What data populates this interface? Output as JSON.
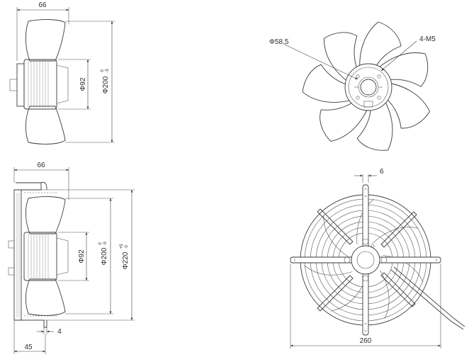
{
  "views": {
    "side_top": {
      "width_label": "66",
      "hub_dia_label": "Φ92",
      "fan_dia_label": "Φ200",
      "fan_dia_tol_upper": "0",
      "fan_dia_tol_lower": "-5"
    },
    "side_bottom": {
      "width_label": "66",
      "hub_dia_label": "Φ92",
      "fan_dia_label": "Φ200",
      "fan_dia_tol_upper": "0",
      "fan_dia_tol_lower": "-5",
      "guard_dia_label": "Φ220",
      "guard_dia_tol_upper": "+5",
      "guard_dia_tol_lower": "0",
      "bracket_thk_label": "4",
      "offset_label": "45"
    },
    "front_impeller": {
      "bolt_circle_label": "Φ58.5",
      "thread_label": "4-M5"
    },
    "front_guard": {
      "spoke_width_label": "6",
      "overall_width_label": "260"
    }
  }
}
